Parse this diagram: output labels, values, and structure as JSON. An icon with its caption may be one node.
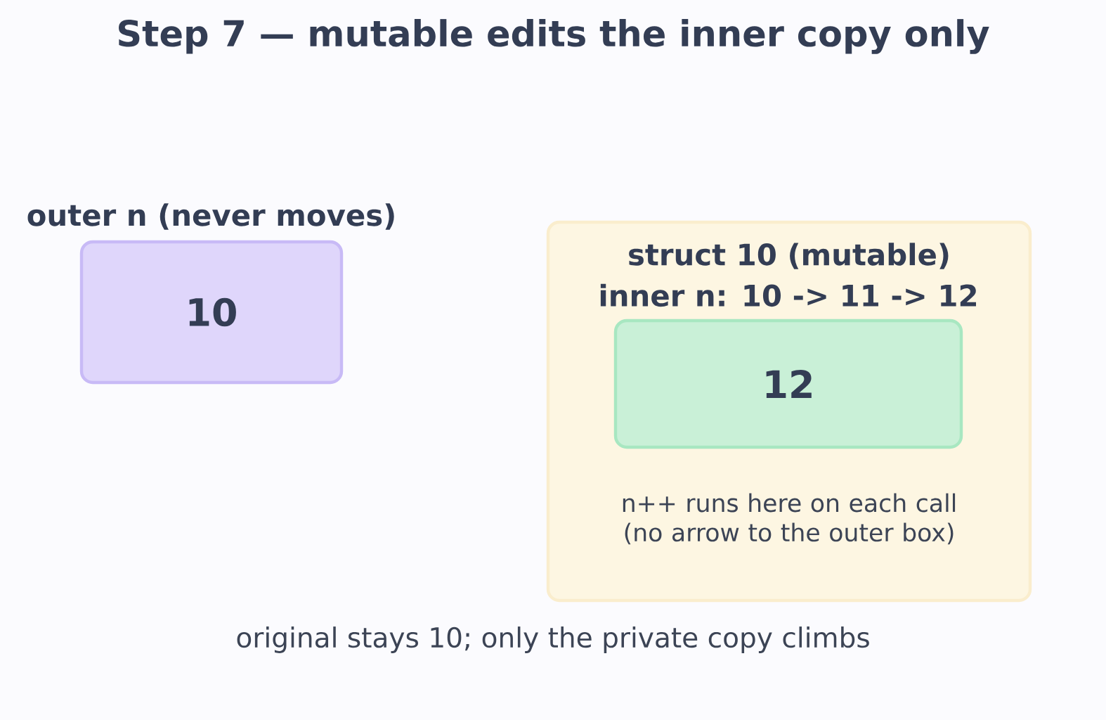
{
  "diagram": {
    "title": "Step 7 — mutable edits the inner copy only",
    "nodes": [
      {
        "text": [
          "outer n (never moves)",
          "10"
        ]
      },
      {
        "text": [
          "struct 10 (mutable)",
          "n++ runs here on each call (no arrow to the outer box)"
        ]
      },
      {
        "text": [
          "inner n: 10 -> 11 -> 12",
          "12"
        ],
        "in": 1
      }
    ],
    "caption": "original stays 10; only the private copy climbs"
  }
}
